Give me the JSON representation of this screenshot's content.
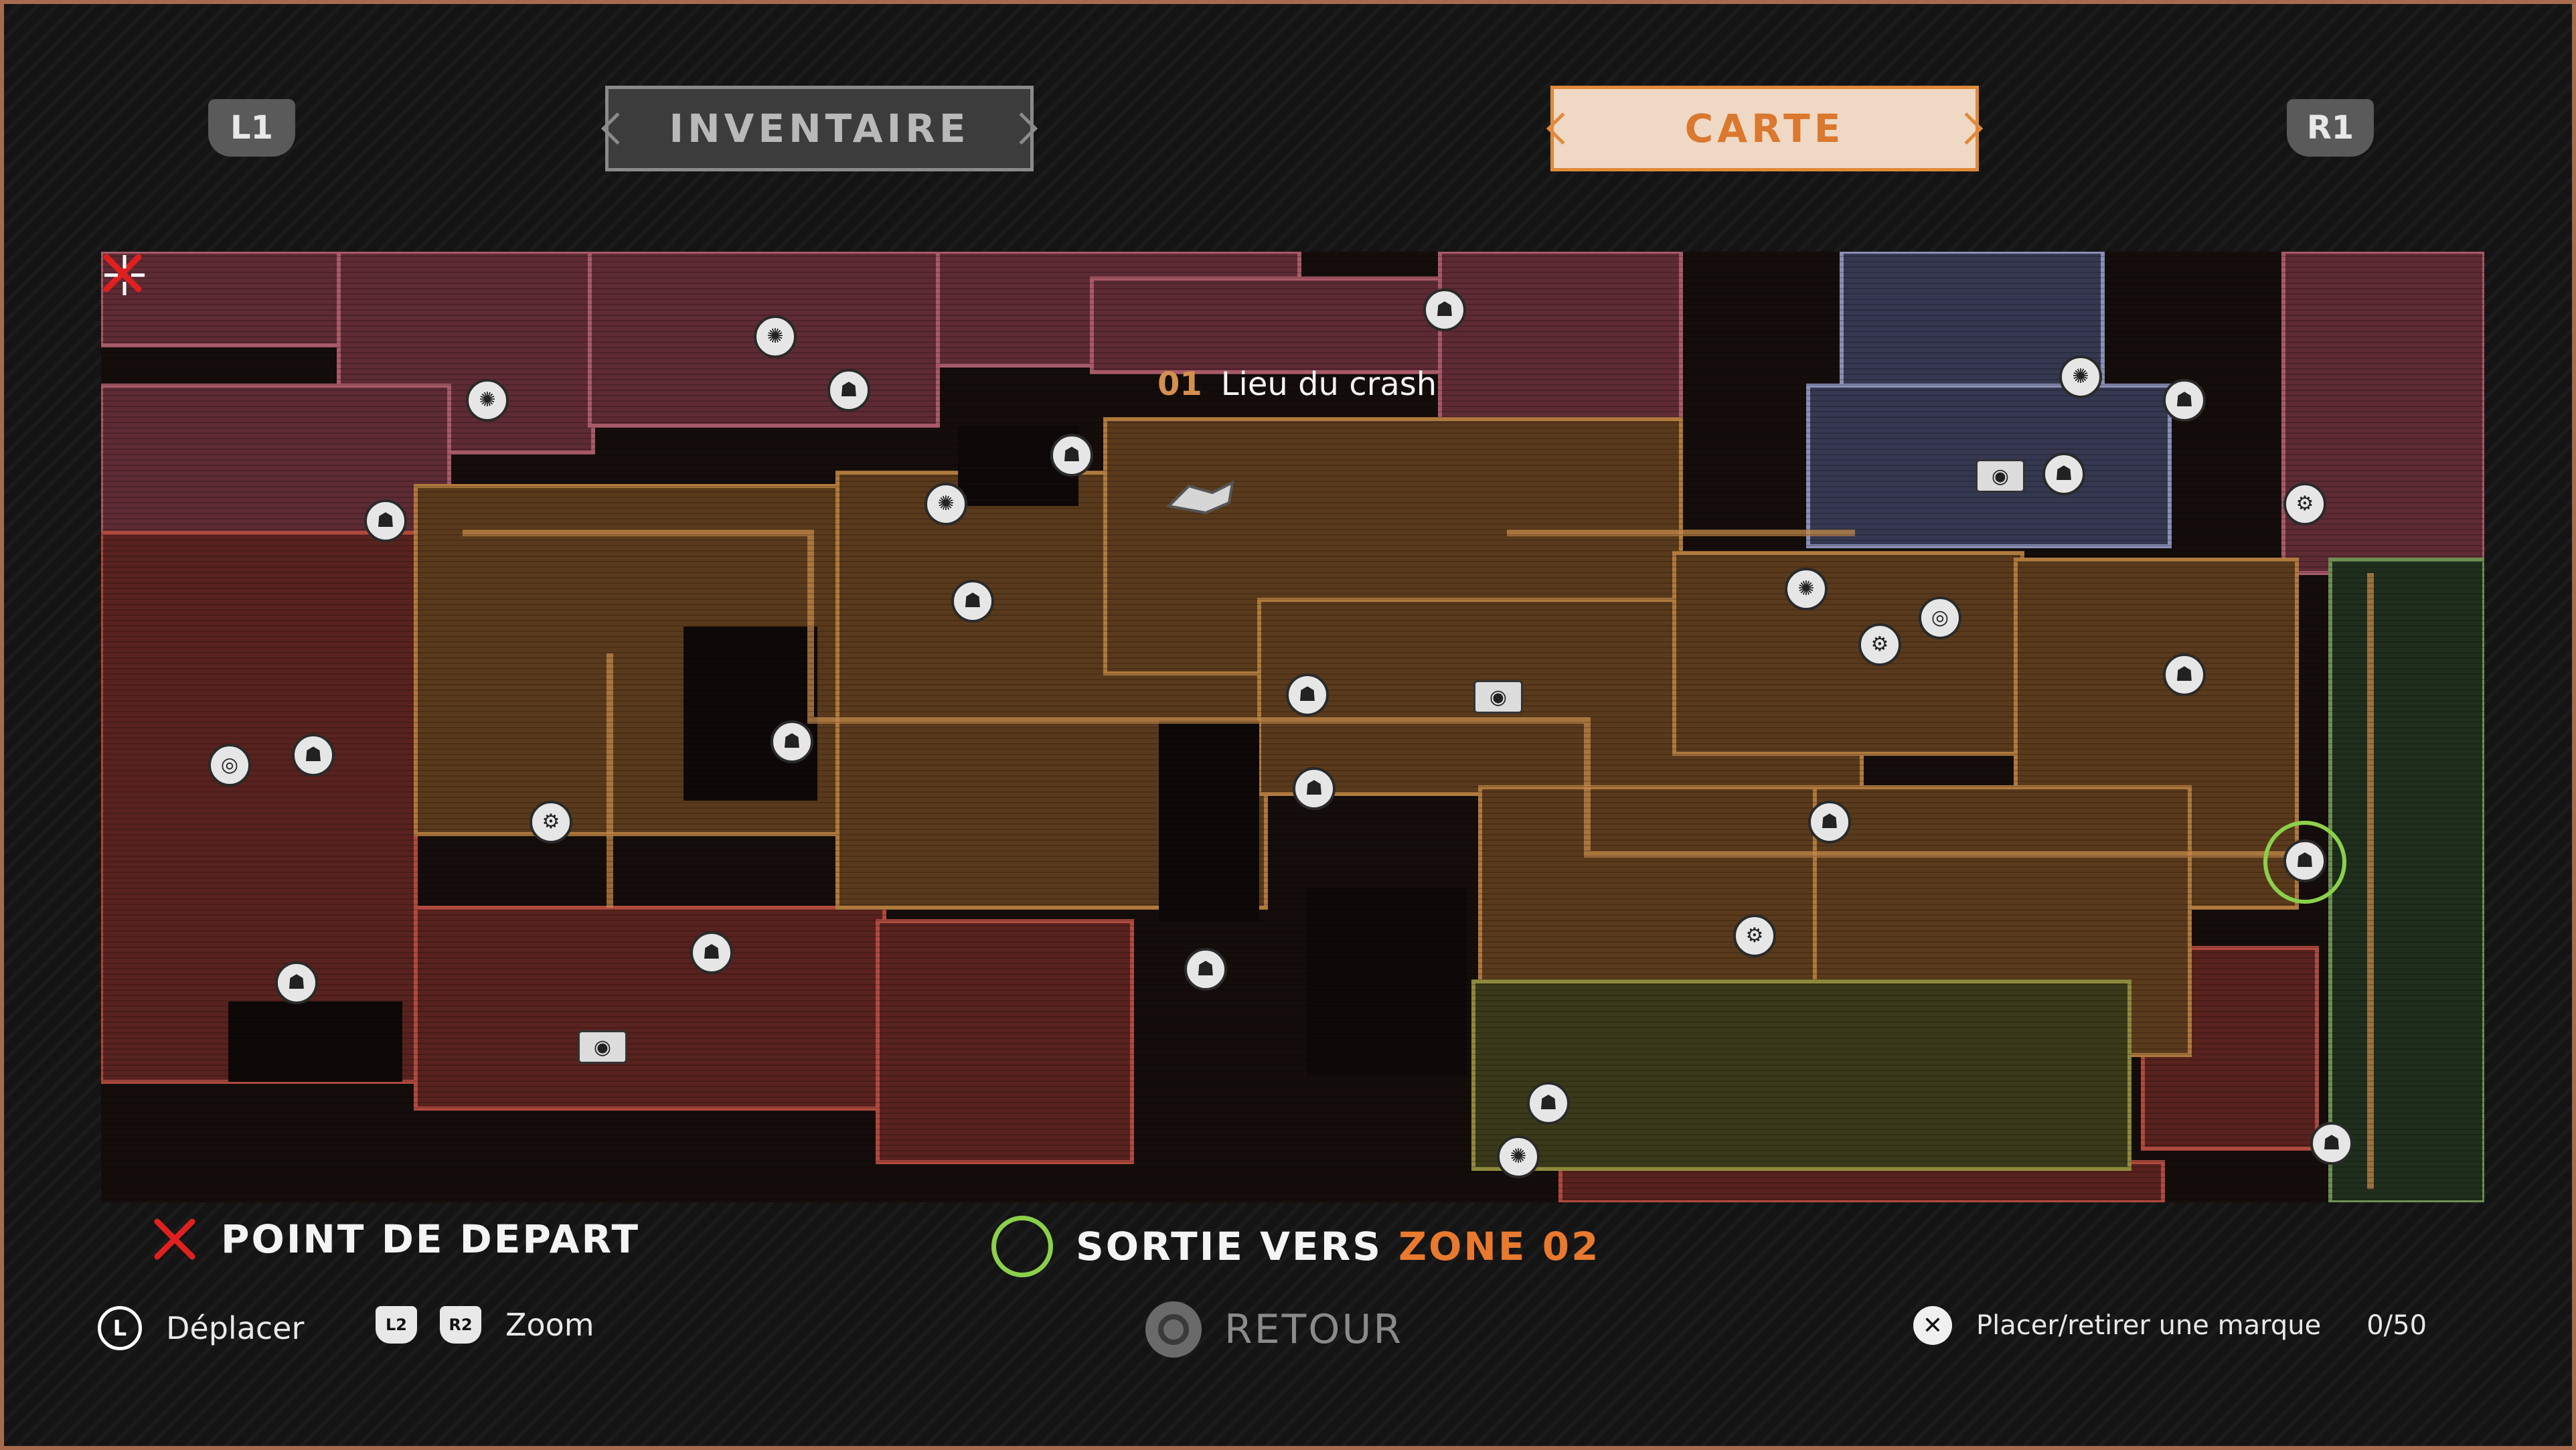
{
  "header": {
    "left_shoulder": "L1",
    "right_shoulder": "R1",
    "tabs": [
      {
        "label": "INVENTAIRE",
        "active": false
      },
      {
        "label": "CARTE",
        "active": true
      }
    ]
  },
  "map": {
    "zone_number": "01",
    "zone_name": "Lieu du crash"
  },
  "legend": {
    "start_label": "POINT DE DEPART",
    "exit_label": "SORTIE VERS",
    "exit_zone": "ZONE 02"
  },
  "controls": {
    "move_button": "L",
    "move_label": "Déplacer",
    "zoom_out_button": "L2",
    "zoom_in_button": "R2",
    "zoom_label": "Zoom",
    "back_label": "RETOUR",
    "mark_label": "Placer/retirer une marque",
    "mark_count": "0/50"
  },
  "colors": {
    "accent": "#e8792f",
    "exit_ring": "#8bd04a",
    "start_marker": "#e02020",
    "tab_active_border": "#e08a3a"
  }
}
